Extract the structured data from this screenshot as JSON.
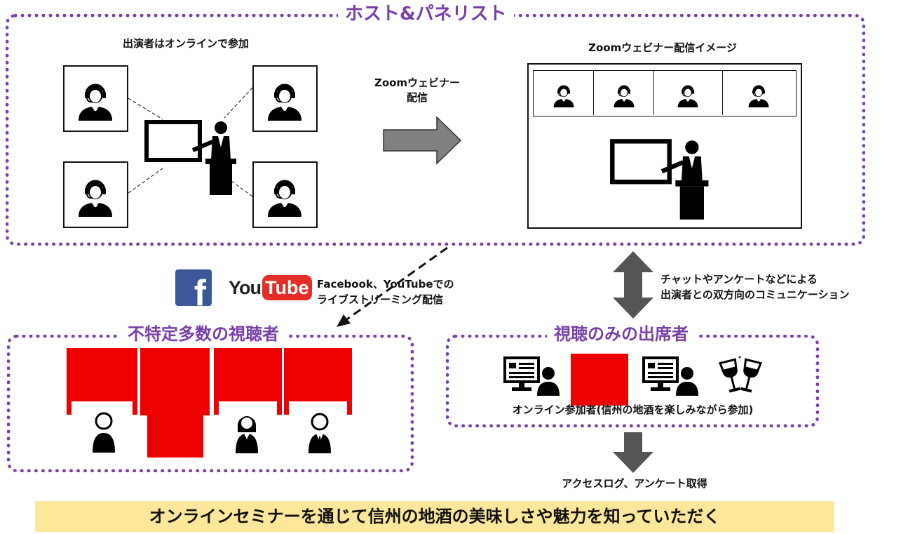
{
  "host_section": {
    "title": "ホスト&パネリスト",
    "left_caption": "出演者はオンラインで参加",
    "arrow_caption_line1": "Zoomウェビナー",
    "arrow_caption_line2": "配信",
    "right_caption": "Zoomウェビナー配信イメージ"
  },
  "streaming": {
    "caption_line1": "Facebook、YouTubeでの",
    "caption_line2": "ライブストリーミング配信",
    "facebook_logo_text": "f",
    "youtube_you": "You",
    "youtube_tube": "Tube"
  },
  "interaction": {
    "caption_line1": "チャットやアンケートなどによる",
    "caption_line2": "出演者との双方向のコミュニケーション"
  },
  "general_audience": {
    "title": "不特定多数の視聴者"
  },
  "viewer_only": {
    "title": "視聴のみの出席者",
    "caption": "オンライン参加者(信州の地酒を楽しみながら参加)"
  },
  "log_caption": "アクセスログ、アンケート取得",
  "banner": "オンラインセミナーを通じて信州の地酒の美味しさや魅力を知っていただく",
  "colors": {
    "accent_purple": "#7a3fa8",
    "banner_yellow": "#fde79a",
    "arrow_gray": "#808080",
    "block_red": "#ee0000",
    "facebook_blue": "#3b5998",
    "youtube_red": "#e52d27"
  }
}
